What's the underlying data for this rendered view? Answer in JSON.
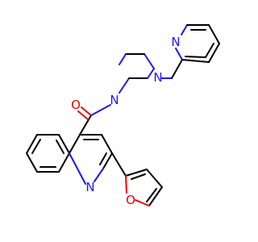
{
  "atoms": {
    "carbonyl_o": {
      "label": "O",
      "color": "#f20000"
    },
    "piperazine_n1": {
      "label": "N",
      "color": "#1d16f2"
    },
    "piperazine_n4": {
      "label": "N",
      "color": "#1d16f2"
    },
    "pyridine_n": {
      "label": "N",
      "color": "#1d16f2"
    },
    "quinoline_n": {
      "label": "N",
      "color": "#1d16f2"
    },
    "furan_o": {
      "label": "O",
      "color": "#f20000"
    }
  }
}
